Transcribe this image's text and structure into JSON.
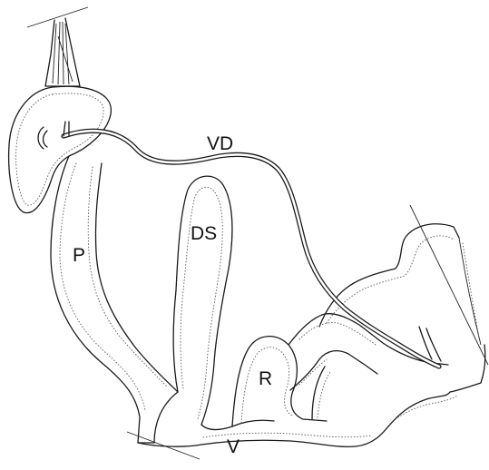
{
  "labels": {
    "vas_deferens": "VD",
    "penis": "P",
    "dart_sac": "DS",
    "receptaculum": "R",
    "vagina": "V"
  }
}
